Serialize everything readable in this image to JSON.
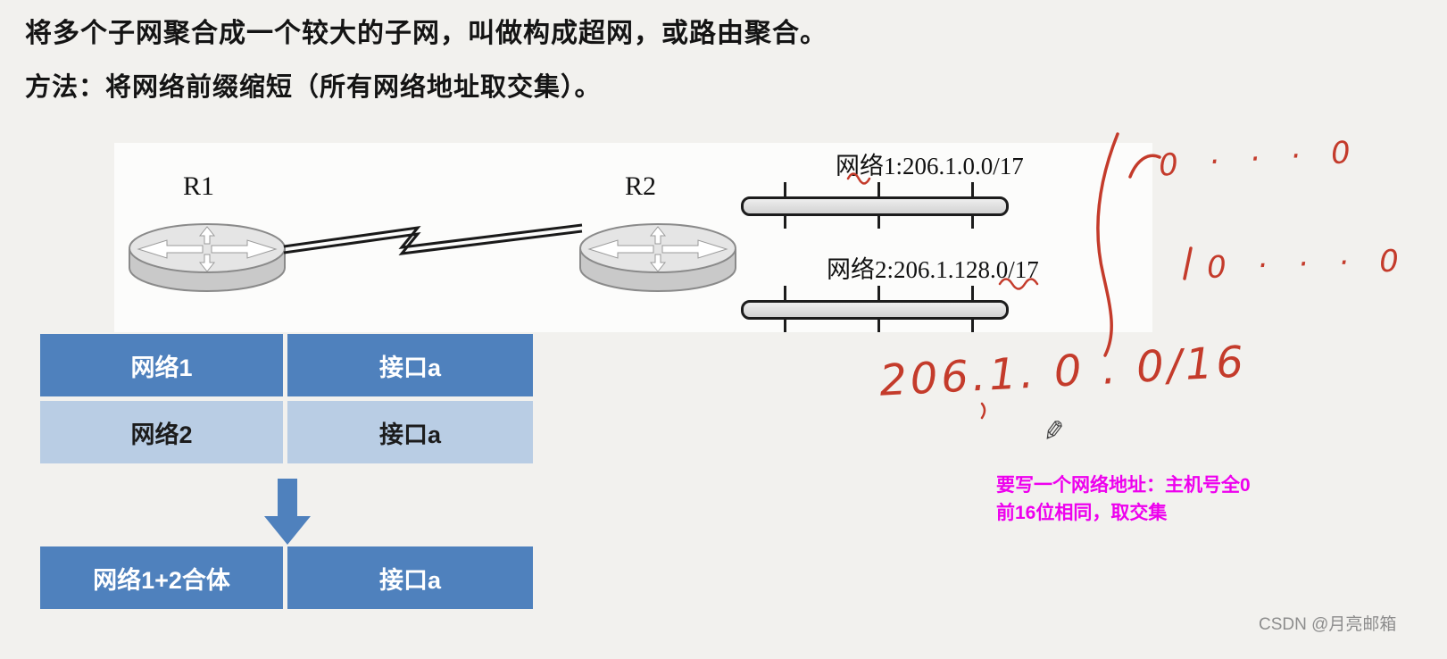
{
  "header": {
    "line1": "将多个子网聚合成一个较大的子网，叫做构成超网，或路由聚合。",
    "line2": "方法：将网络前缀缩短（所有网络地址取交集）。"
  },
  "diagram": {
    "router1_label": "R1",
    "router2_label": "R2",
    "network1_label": "网络1:206.1.0.0/17",
    "network2_label": "网络2:206.1.128.0/17"
  },
  "routing_table": {
    "rows": [
      {
        "network": "网络1",
        "interface": "接口a"
      },
      {
        "network": "网络2",
        "interface": "接口a"
      },
      {
        "network": "网络1+2合体",
        "interface": "接口a"
      }
    ]
  },
  "handwritten": {
    "binary_top": "0 · · ·  0",
    "binary_bottom": "0 · · ·  0",
    "aggregated_address": "206.1. 0 . 0/16"
  },
  "note": {
    "line1": "要写一个网络地址：主机号全0",
    "line2": "前16位相同，取交集"
  },
  "icons": {
    "pen_cursor": "✎"
  },
  "watermark": "CSDN @月亮邮箱",
  "colors": {
    "handwriting": "#c43b2b",
    "note": "#ee00ee",
    "table_dark": "#4f81bd",
    "table_light": "#b9cde4",
    "arrow_blue": "#4f81bd"
  }
}
